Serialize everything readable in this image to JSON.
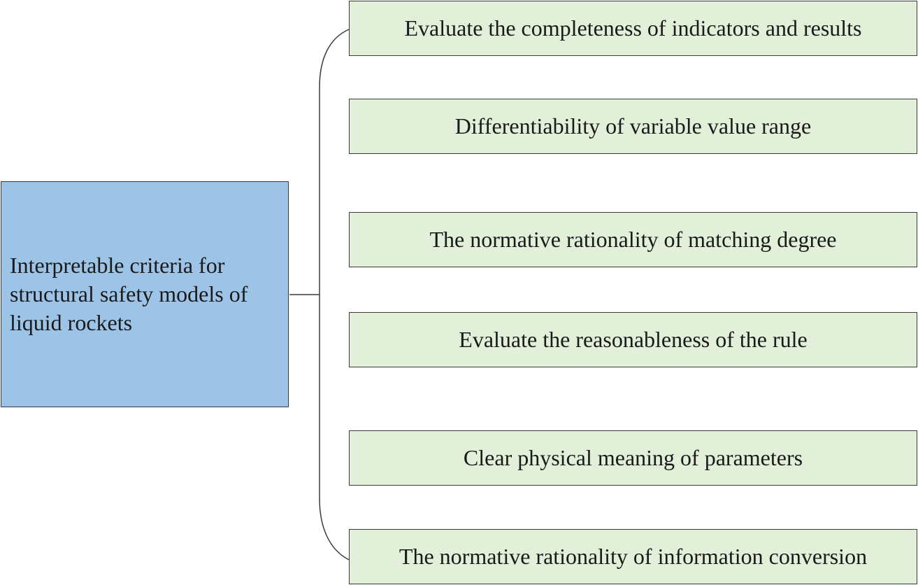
{
  "colors": {
    "root_fill": "#9dc3e6",
    "branch_fill": "#e2efd9",
    "line": "#3b3b3b"
  },
  "root": {
    "label": "Interpretable criteria for structural safety models of liquid rockets"
  },
  "branches": [
    {
      "label": "Evaluate the completeness of indicators and results"
    },
    {
      "label": "Differentiability of variable value range"
    },
    {
      "label": "The normative rationality of matching degree"
    },
    {
      "label": "Evaluate the reasonableness of the rule"
    },
    {
      "label": "Clear physical meaning of parameters"
    },
    {
      "label": "The normative rationality of information conversion"
    }
  ]
}
